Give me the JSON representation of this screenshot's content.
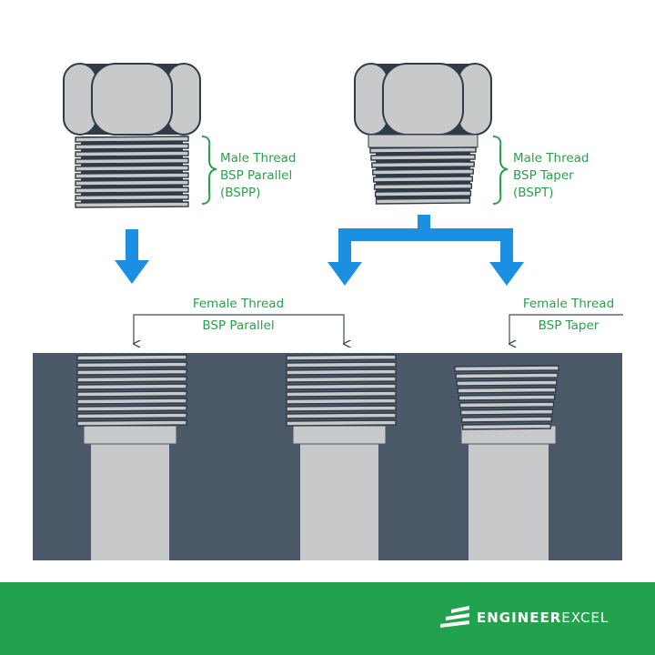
{
  "labels": {
    "male_parallel": [
      "Male Thread",
      "BSP Parallel",
      "(BSPP)"
    ],
    "male_taper": [
      "Male Thread",
      "BSP Taper",
      "(BSPT)"
    ],
    "female_parallel": [
      "Female Thread",
      "BSP Parallel"
    ],
    "female_taper": [
      "Female Thread",
      "BSP Taper"
    ]
  },
  "brand": {
    "part1": "ENGINEER",
    "part2": "EXCEL"
  },
  "colors": {
    "green_text": "#27a24b",
    "blue_arrow": "#1b8fe2",
    "block": "#4a5868",
    "metal": "#c8c9cb",
    "metal_dark": "#2f3b47",
    "footer": "#23a24e"
  }
}
